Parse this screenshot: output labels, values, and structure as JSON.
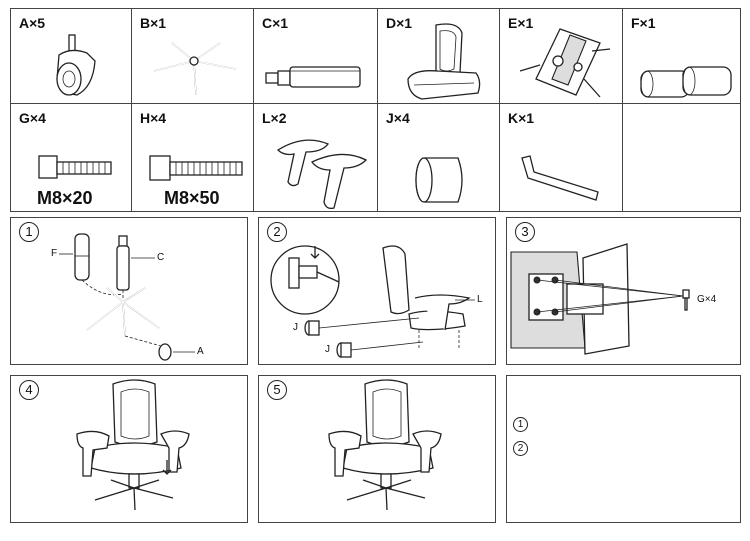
{
  "parts": [
    {
      "label": "A×5",
      "icon": "caster-wheel"
    },
    {
      "label": "B×1",
      "icon": "star-base"
    },
    {
      "label": "C×1",
      "icon": "gas-cylinder"
    },
    {
      "label": "D×1",
      "icon": "chair-body"
    },
    {
      "label": "E×1",
      "icon": "tilt-mechanism"
    },
    {
      "label": "F×1",
      "icon": "cylinder-cover"
    },
    {
      "label": "G×4",
      "icon": "bolt-short",
      "spec": "M8×20"
    },
    {
      "label": "H×4",
      "icon": "bolt-long",
      "spec": "M8×50"
    },
    {
      "label": "L×2",
      "icon": "armrests"
    },
    {
      "label": "J×4",
      "icon": "bolt-cap"
    },
    {
      "label": "K×1",
      "icon": "allen-key"
    }
  ],
  "steps": [
    {
      "number": "1",
      "callouts": {
        "f": "F",
        "c": "C",
        "a": "A"
      }
    },
    {
      "number": "2",
      "callouts": {
        "l": "L",
        "j1": "J",
        "j2": "J"
      }
    },
    {
      "number": "3",
      "callouts": {
        "g": "G×4"
      }
    },
    {
      "number": "4"
    },
    {
      "number": "5"
    }
  ],
  "legend": [
    {
      "number": "1",
      "text": ""
    },
    {
      "number": "2",
      "text": ""
    }
  ]
}
